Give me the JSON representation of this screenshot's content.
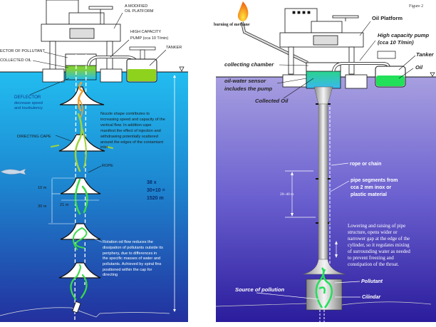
{
  "left_panel": {
    "platform_label": [
      "A MODIFIED",
      "OIL PLATFORM"
    ],
    "pump_label": [
      "HIGH CAPACITY",
      "PUMP (cca 10 T/min)"
    ],
    "tanker_label": "TANKER",
    "collector_label": "ECTOR OF POLLUTANT",
    "collected_oil_label": "COLLECTED OIL",
    "deflector_title": "DEFLECTOR",
    "deflector_desc": [
      "decrease speed",
      "and tourbulency"
    ],
    "nozzle_note": [
      "Nozzle shape contributes to",
      "increasing speed and capacity of the",
      "vertical flow. In addition cape",
      "manifest the effect of injection and",
      "withdrawing potentially scattered",
      "around the edges of the contamiant",
      "inlet"
    ],
    "directing_cape_label": "DIRECTING CAPE",
    "rope_label": "ROPE",
    "dim_10": "10 m",
    "dim_30": "30 m",
    "dim_21": "21 m",
    "depth_calc": [
      "38 x",
      "30+10 =",
      "1520 m"
    ],
    "rotation_note": [
      "Rotation od flow reduces the",
      "dissipation of pollutants outside its",
      "periphery, due to differences in",
      "the specific masses of water and",
      "pollutants. Achieved by spiral fins",
      "positioned within the cap for",
      "directing"
    ],
    "colors": {
      "water_top": "#1fb8ec",
      "water_bottom": "#23309e",
      "oil": "#8fd21e",
      "flow": "#3ad94a"
    }
  },
  "right_panel": {
    "figure_label": "Figure 2",
    "methane_label": "burning of methane",
    "platform_label": "Oil Platform",
    "pump_label": [
      "High capacity pump",
      "(cca 10 T/min)"
    ],
    "tanker_label": "Tanker",
    "oil_label": "Oil",
    "chamber_label": "collecting chamber",
    "sensor_label": [
      "oil-water sensor",
      "includes the pump"
    ],
    "collected_oil_label": "Collected Oil",
    "rope_label": "rope or chain",
    "segments_label": [
      "pipe segments from",
      "cca 2 mm inox or",
      "plastic material"
    ],
    "segment_length": "20–40 m",
    "lowering_note": [
      "Lowering and raising of pipe",
      "structure, opens wider or",
      "narrower gap at the edge of the",
      "cylinder, so it regulates mixing",
      "of surrounding water as needed",
      "to prevent freezing and",
      "constipation of the throat."
    ],
    "pollutant_label": "Pollutant",
    "cylinder_label": "Cilindar",
    "source_label": "Source of pollution",
    "colors": {
      "water_top": "#a59ce0",
      "water_bottom": "#2a1c9c",
      "oil": "#22e05a"
    }
  }
}
